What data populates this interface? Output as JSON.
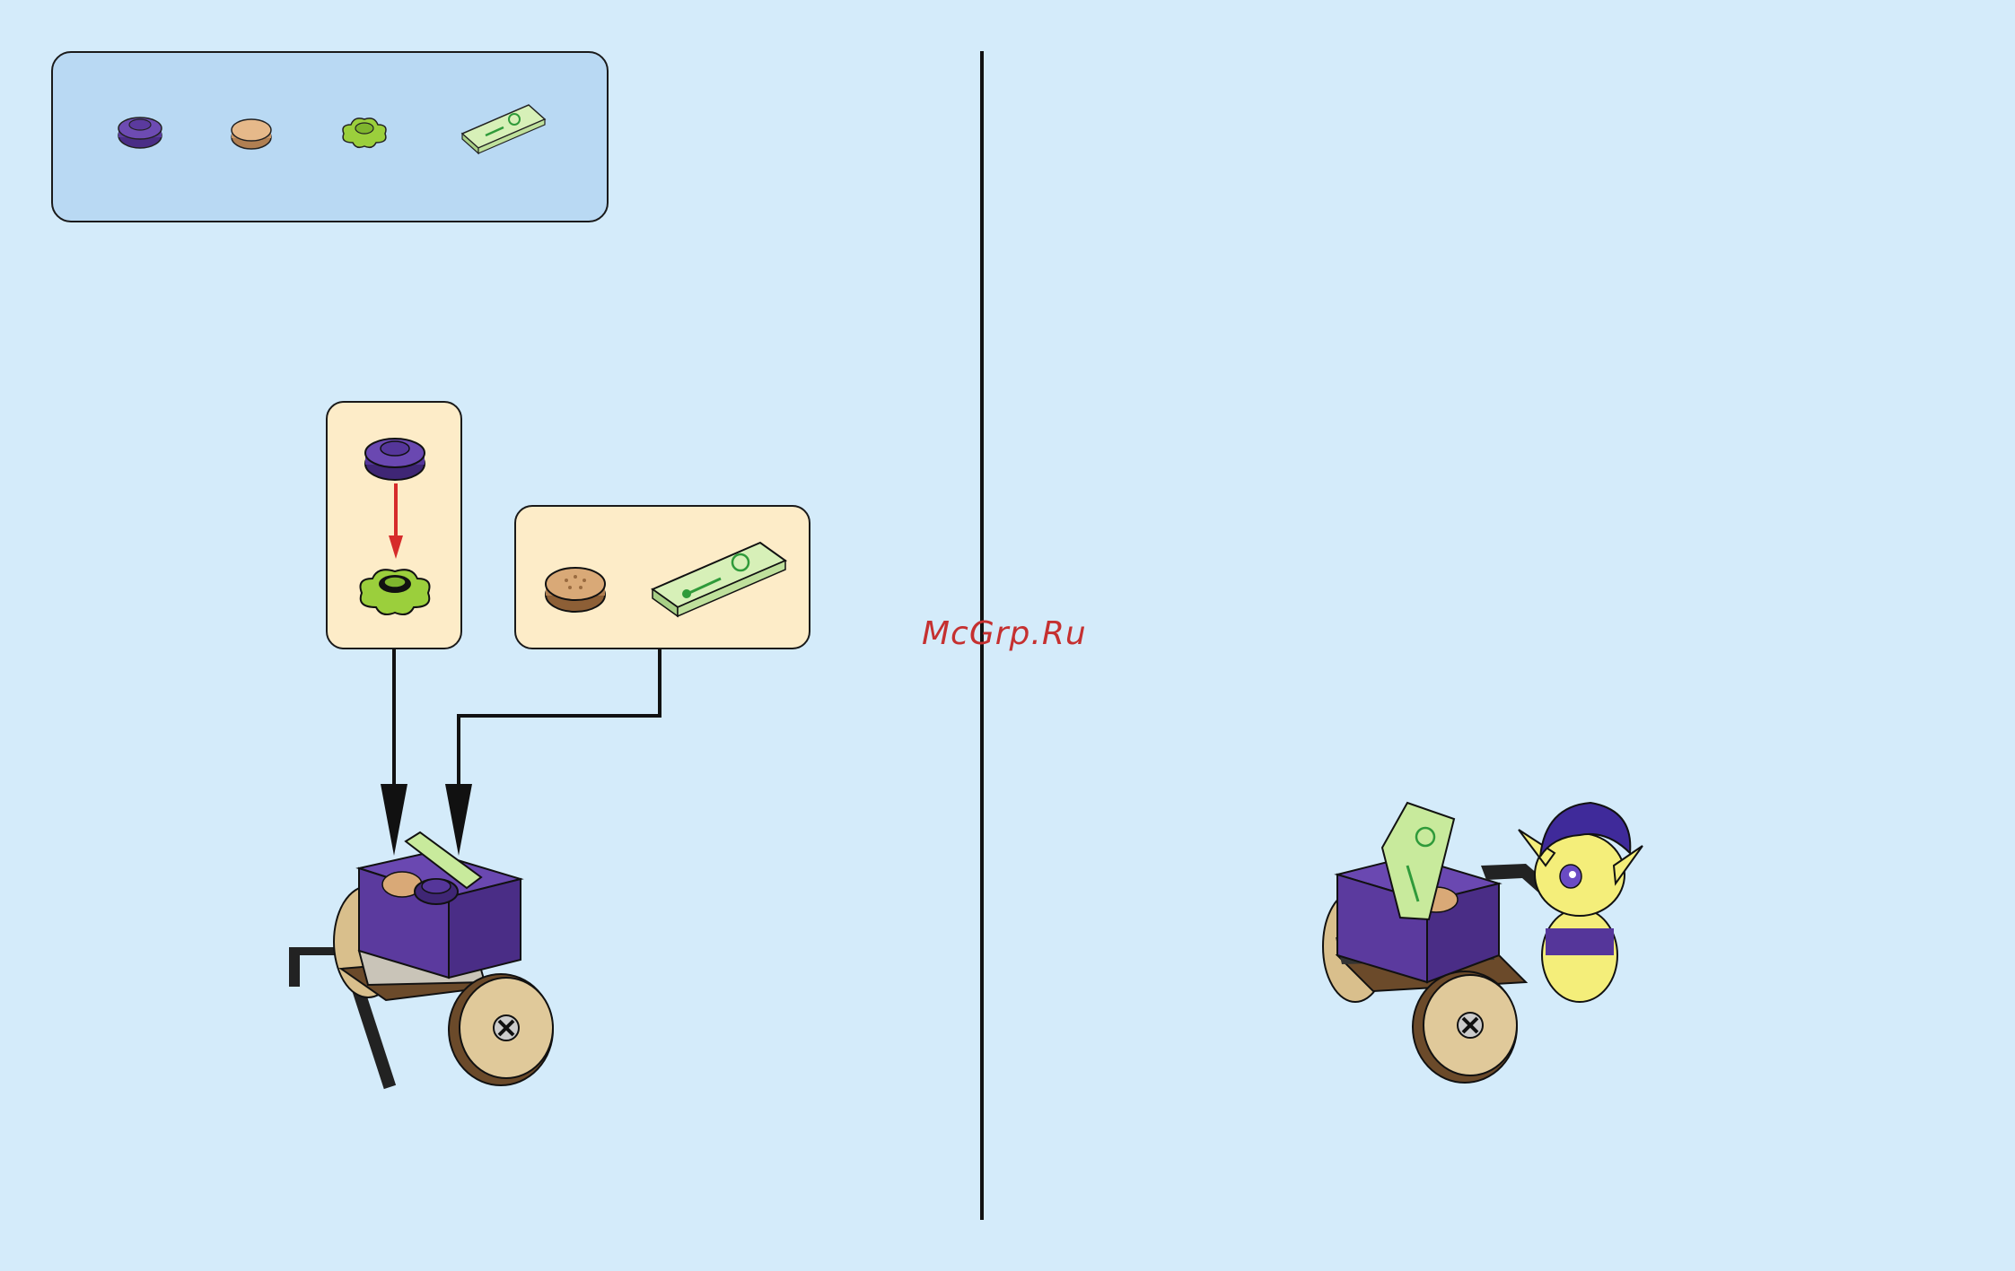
{
  "watermark": {
    "text": "McGrp.Ru"
  },
  "parts_list": {
    "items": [
      {
        "name": "dark-purple-round-plate-1x1",
        "quantity": ""
      },
      {
        "name": "tan-round-tile-1x1",
        "quantity": ""
      },
      {
        "name": "lime-flower-plate",
        "quantity": ""
      },
      {
        "name": "transparent-green-printed-tile-1x2",
        "quantity": ""
      }
    ]
  },
  "colors": {
    "background": "#d4ebfa",
    "parts_panel": "#b9d9f3",
    "callout": "#fdecc8",
    "purple": "#5b3a9e",
    "tan": "#e6c99a",
    "lime": "#a6d64a",
    "arrow_red": "#d62b2b"
  },
  "icons": [
    "purple-round-plate-icon",
    "tan-round-tile-icon",
    "lime-flower-plate-icon",
    "printed-green-tile-icon",
    "cart-build-icon",
    "cart-with-goblin-icon"
  ]
}
